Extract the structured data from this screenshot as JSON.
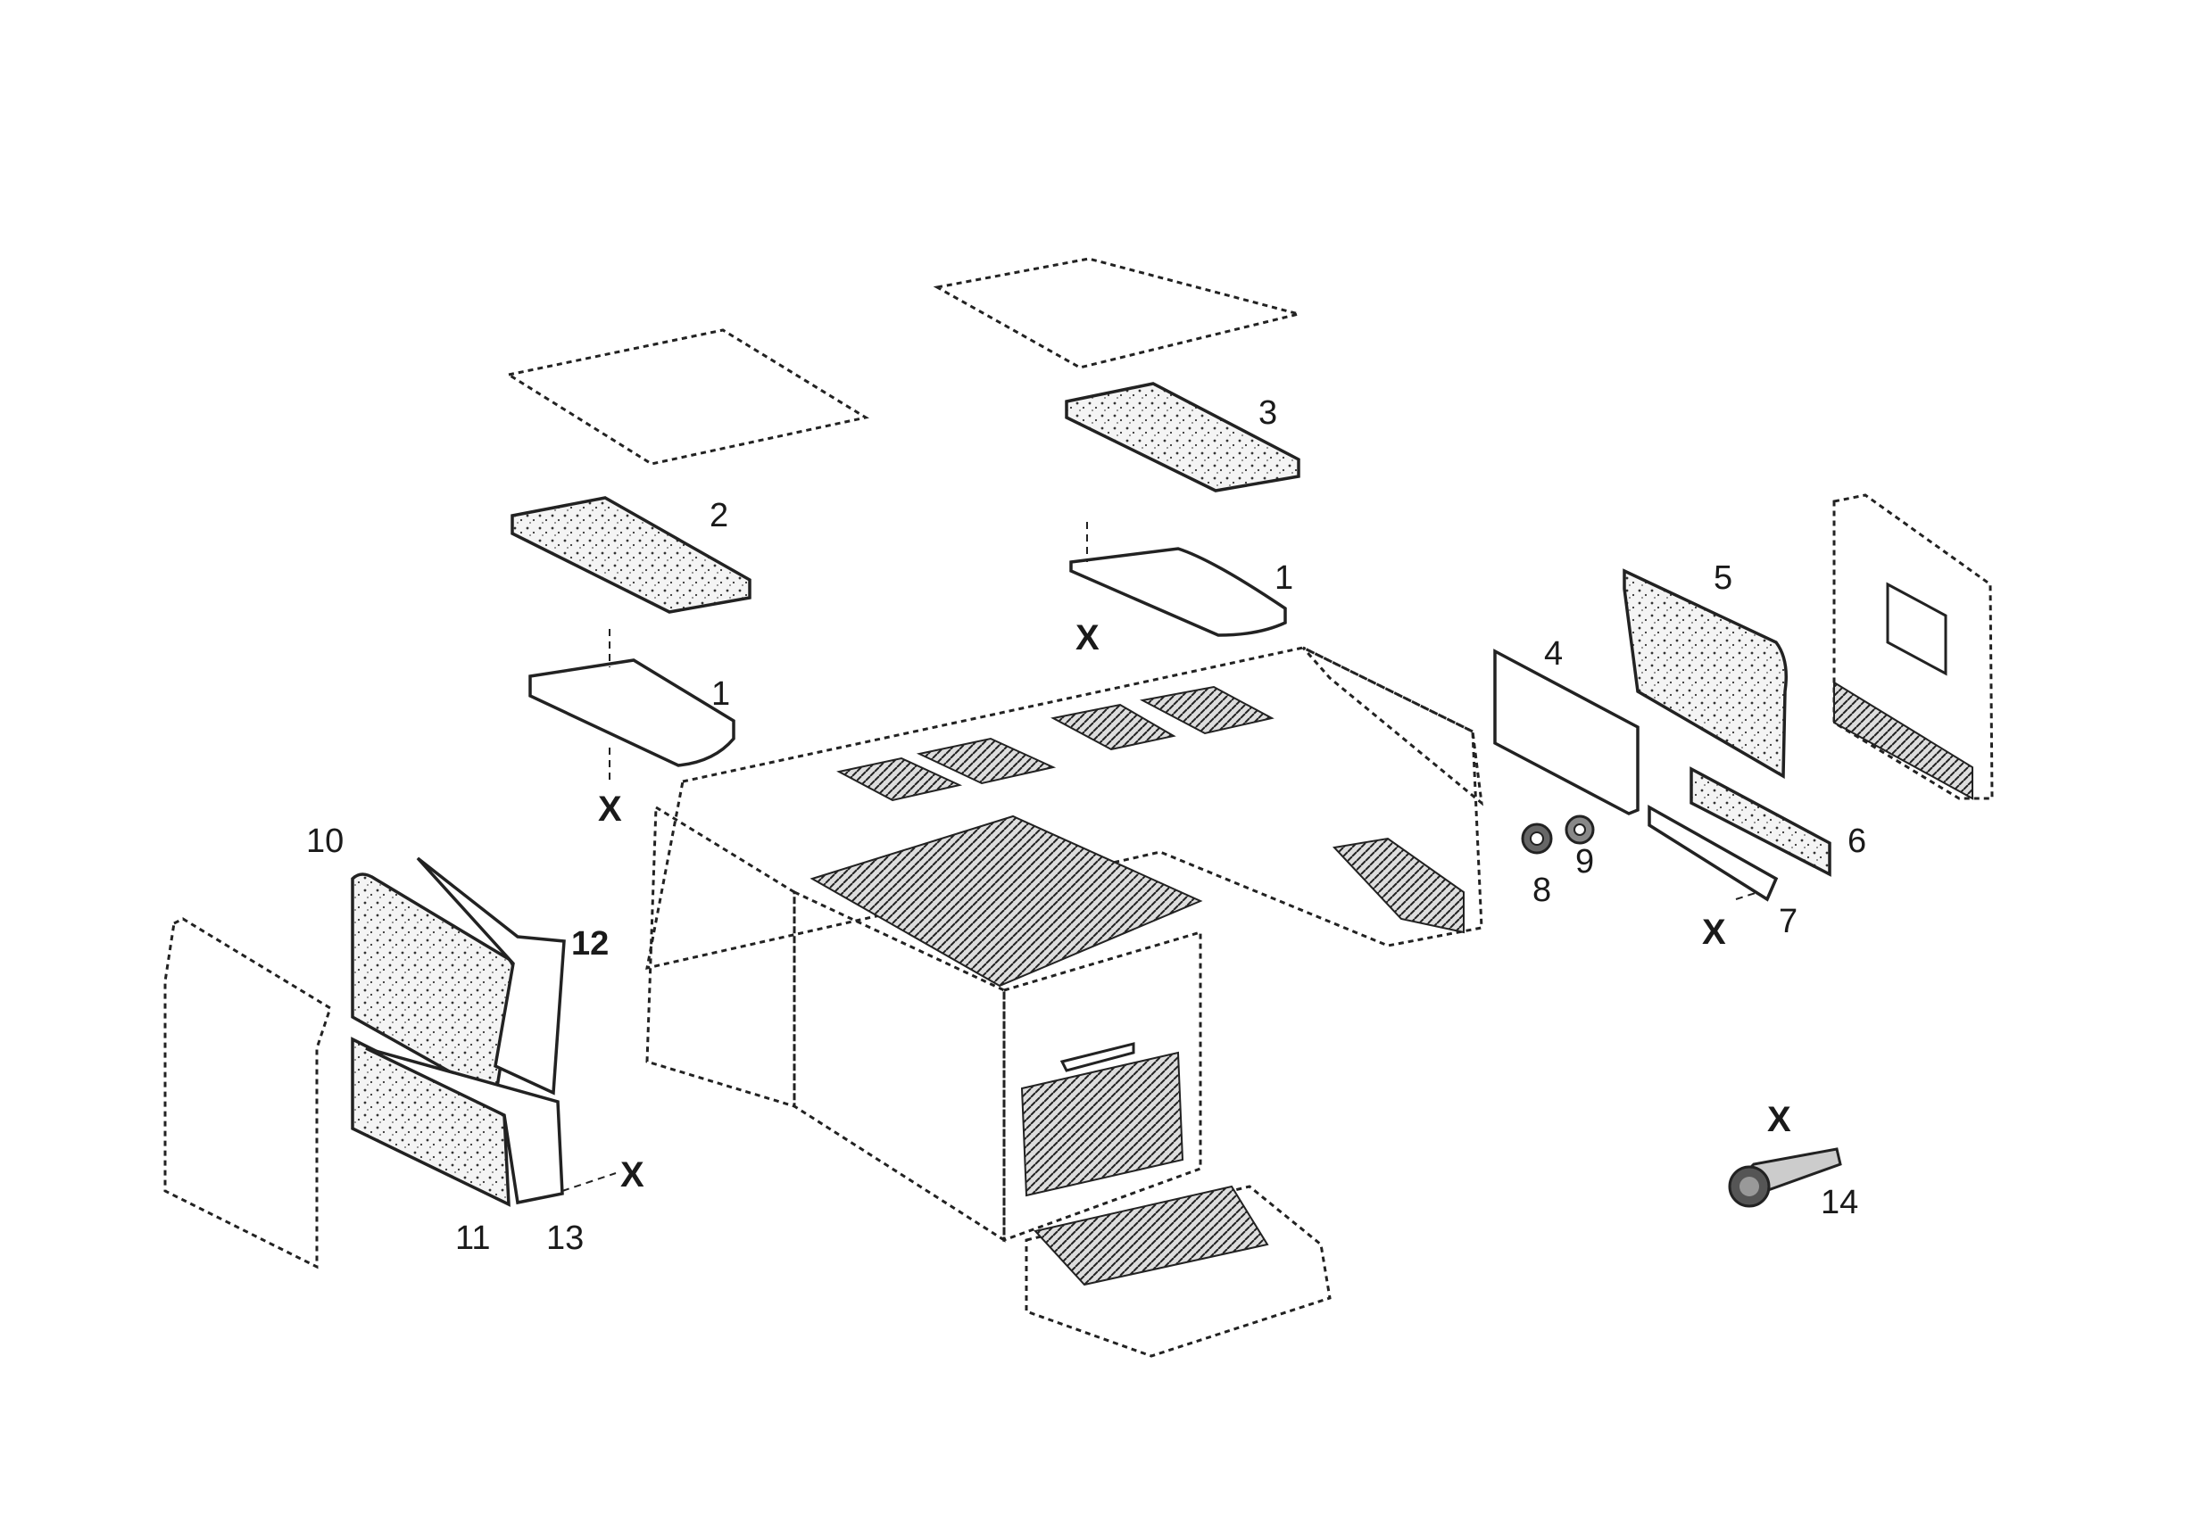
{
  "labels": {
    "p1a": "1",
    "p1b": "1",
    "p2": "2",
    "p3": "3",
    "p4": "4",
    "p5": "5",
    "p6": "6",
    "p7": "7",
    "p8": "8",
    "p9": "9",
    "p10": "10",
    "p11": "11",
    "p12": "12",
    "p13": "13",
    "p14": "14",
    "x": "X"
  },
  "colors": {
    "line": "#222222",
    "background": "#ffffff"
  }
}
